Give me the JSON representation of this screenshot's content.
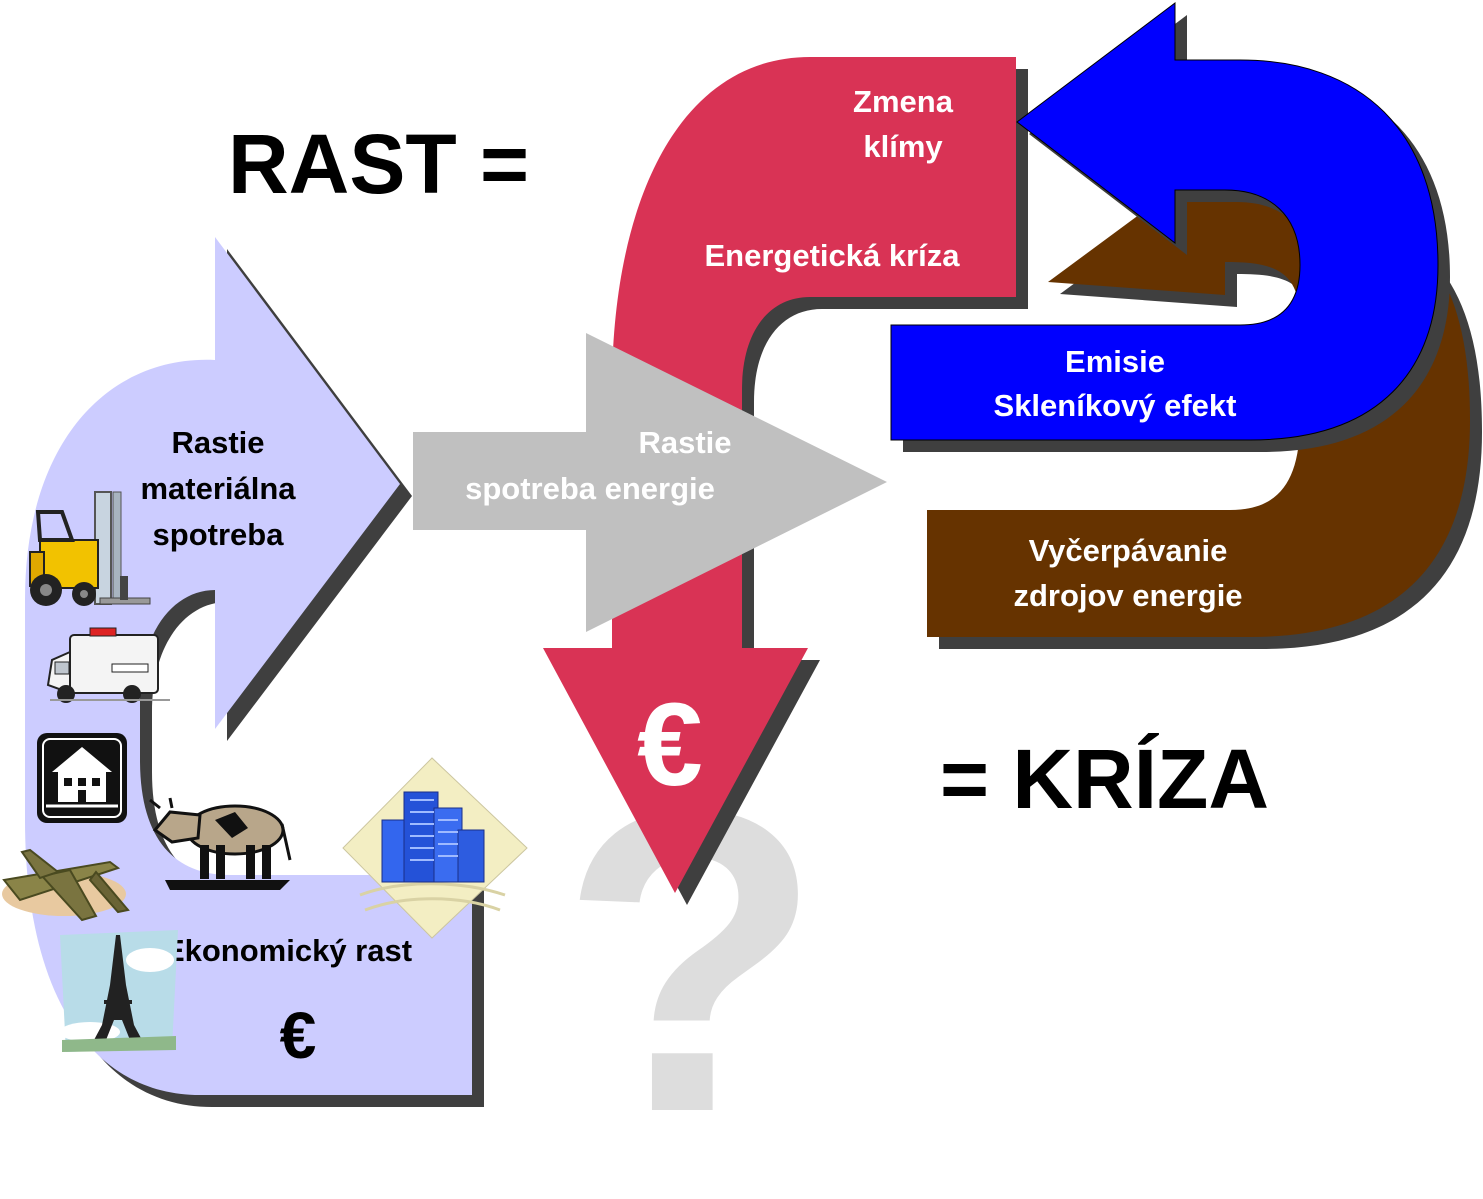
{
  "title_left": "RAST =",
  "title_right": "= KRÍZA",
  "question_mark": "?",
  "colors": {
    "lavender": "#ccccff",
    "gray": "#c0c0c0",
    "crimson": "#d93355",
    "blue": "#0000ff",
    "brown": "#663300",
    "shadow": "#3f3f3f",
    "question": "#dddddd"
  },
  "arrows": {
    "growth": {
      "label_lines": [
        "Rastie",
        "materiálna",
        "spotreba"
      ],
      "economy_label": "Ekonomický rast",
      "currency": "€"
    },
    "energy": {
      "label_lines": [
        "Rastie",
        "spotreba energie"
      ]
    },
    "crisis": {
      "label_lines": [
        "Zmena",
        "klímy"
      ],
      "energy_crisis": "Energetická kríza",
      "currency": "€"
    },
    "emissions": {
      "label_lines": [
        "Emisie",
        "Skleníkový efekt"
      ]
    },
    "depletion": {
      "label_lines": [
        "Vyčerpávanie",
        "zdrojov energie"
      ]
    }
  },
  "clipart": [
    {
      "name": "forklift-icon"
    },
    {
      "name": "ambulance-icon"
    },
    {
      "name": "house-icon"
    },
    {
      "name": "cow-icon"
    },
    {
      "name": "office-buildings-icon"
    },
    {
      "name": "airplane-icon"
    },
    {
      "name": "eiffel-tower-icon"
    }
  ]
}
